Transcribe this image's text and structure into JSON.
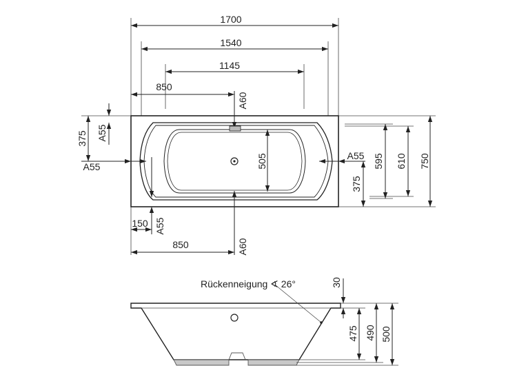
{
  "top_view": {
    "dim_overall_length": "1700",
    "dim_1540": "1540",
    "dim_1145": "1145",
    "dim_850_top": "850",
    "dim_850_bottom": "850",
    "dim_150": "150",
    "dim_375_left": "375",
    "dim_375_right": "375",
    "dim_505": "505",
    "dim_595": "595",
    "dim_610": "610",
    "dim_750": "750",
    "label_a60_top": "A60",
    "label_a60_bottom": "A60",
    "label_a55_left_vertical": "A55",
    "label_a55_left": "A55",
    "label_a55_right": "A55",
    "label_a55_bottom": "A55"
  },
  "side_view": {
    "backrest_label": "Rückenneigung ∢ 26°",
    "dim_30": "30",
    "dim_475": "475",
    "dim_490": "490",
    "dim_500": "500"
  }
}
